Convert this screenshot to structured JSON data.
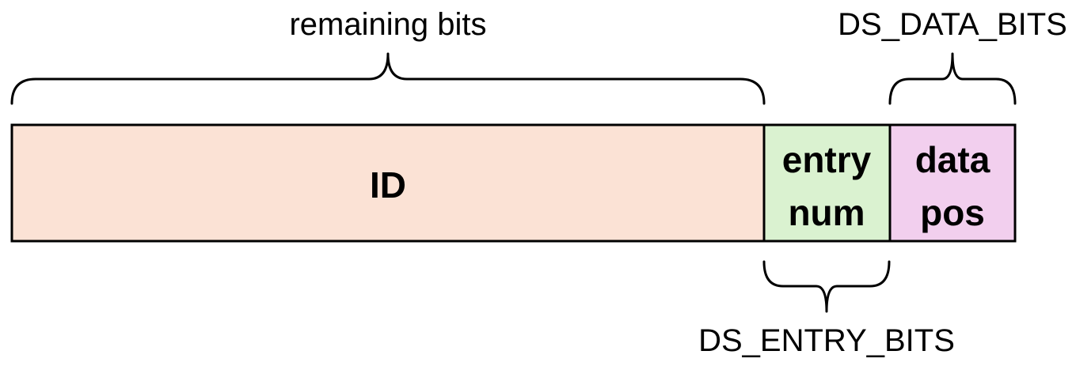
{
  "fields": [
    {
      "id": "id",
      "lines": [
        "ID"
      ],
      "color": "#fbe2d5"
    },
    {
      "id": "entry-num",
      "lines": [
        "entry",
        "num"
      ],
      "color": "#daf2d0"
    },
    {
      "id": "data-pos",
      "lines": [
        "data",
        "pos"
      ],
      "color": "#f2cfee"
    }
  ],
  "braces": {
    "remaining": "remaining bits",
    "data_bits": "DS_DATA_BITS",
    "entry_bits": "DS_ENTRY_BITS"
  }
}
